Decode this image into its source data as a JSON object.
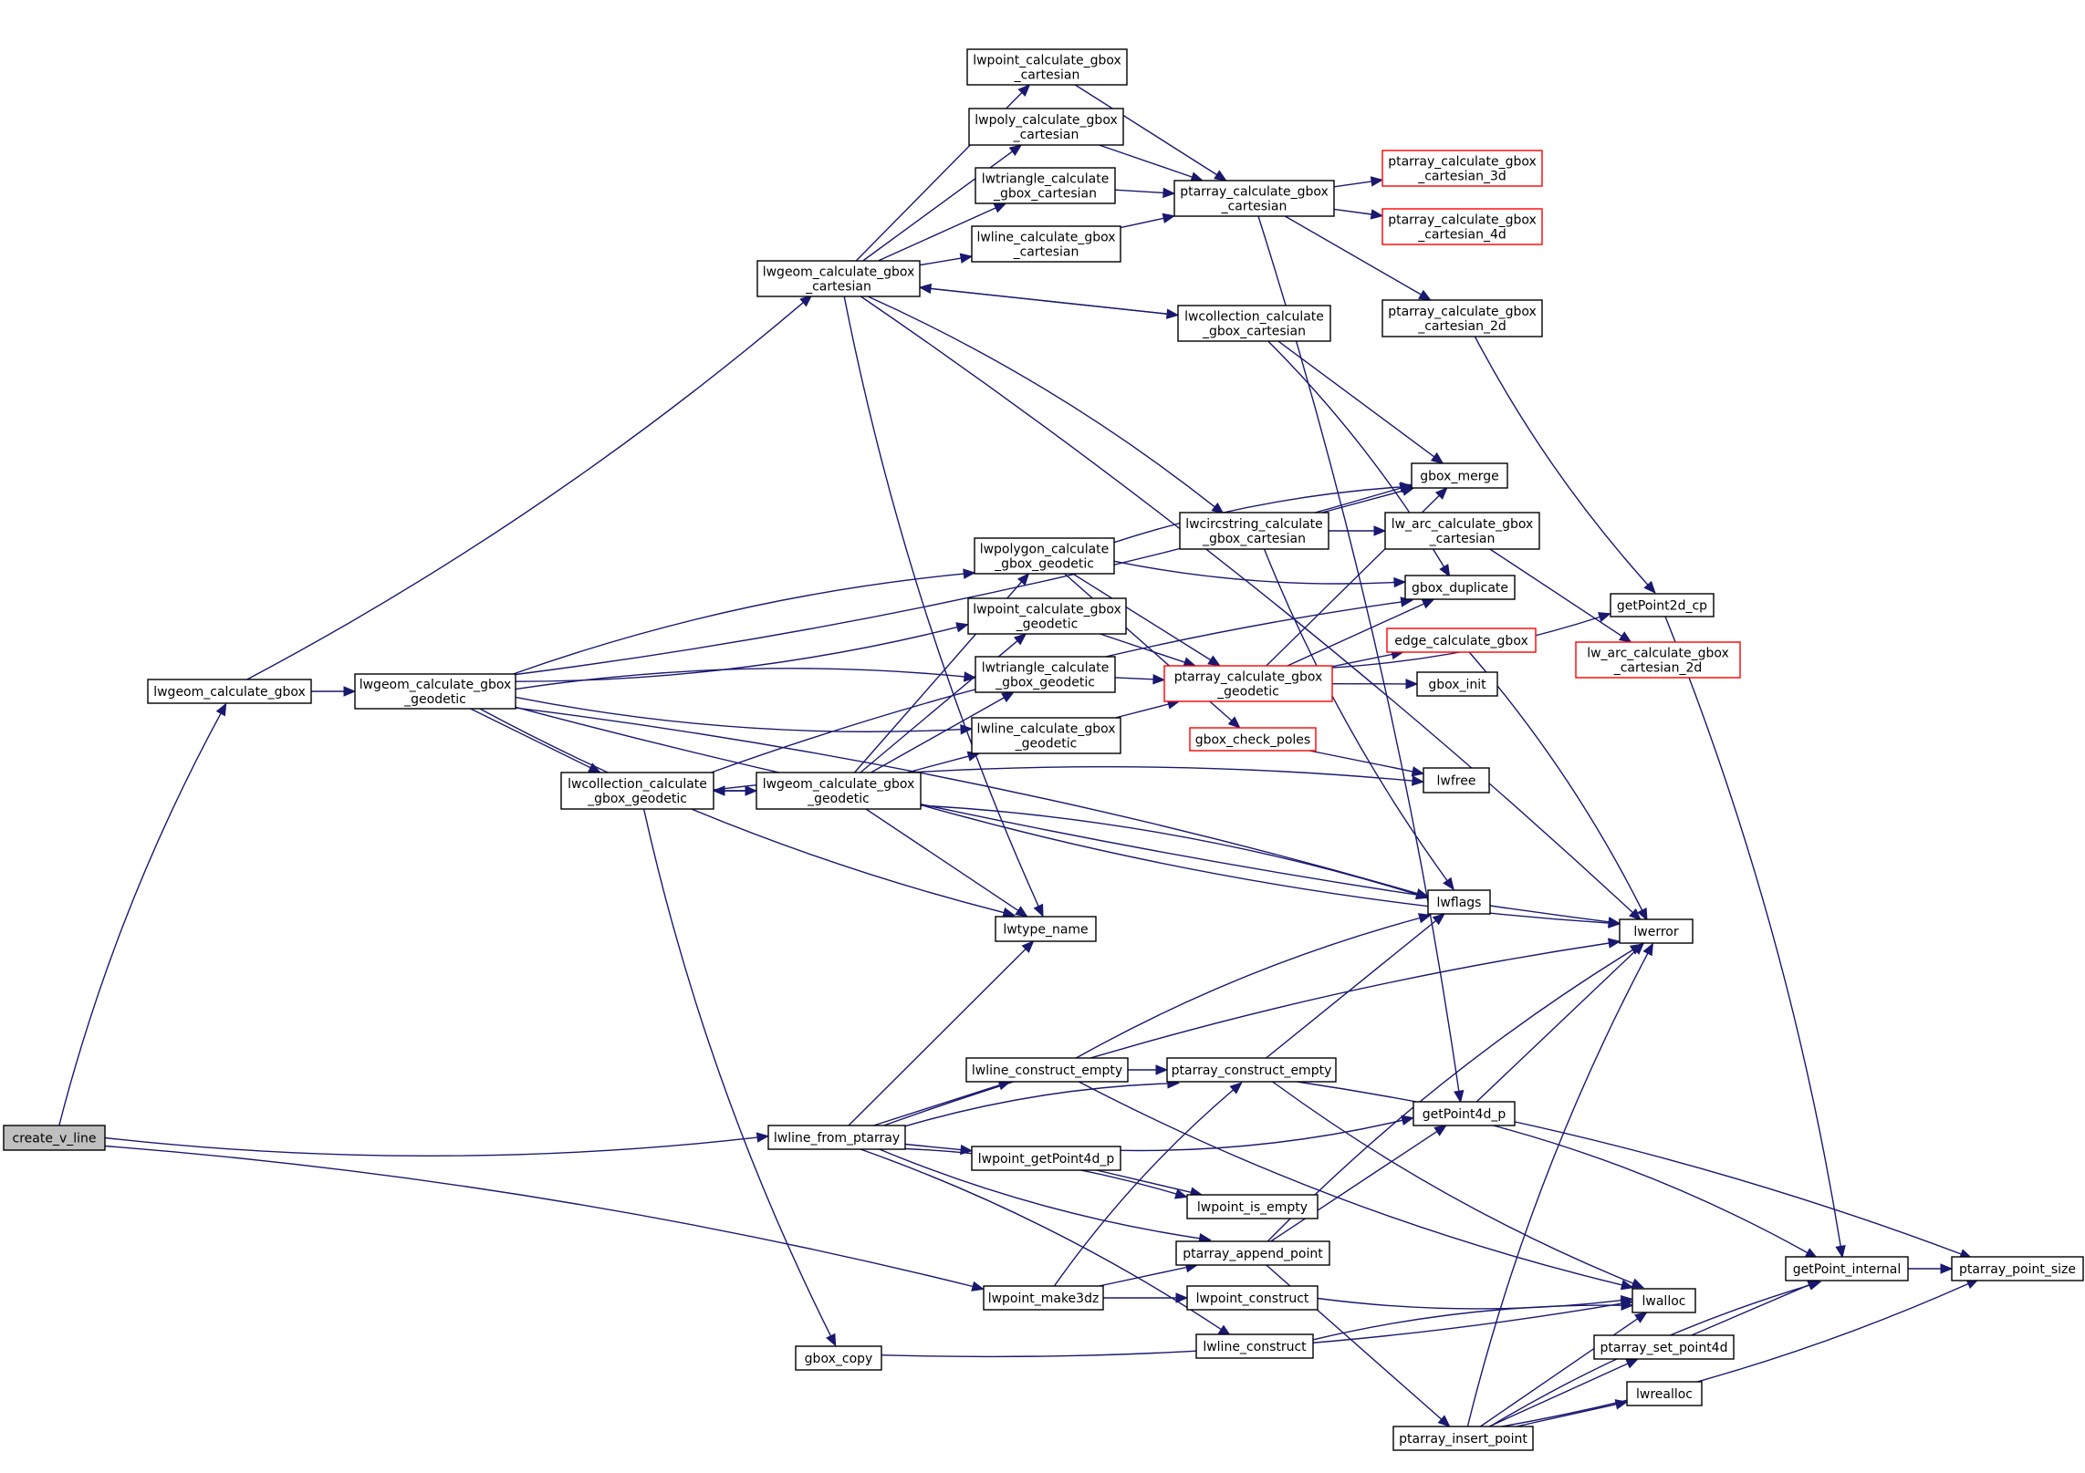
{
  "diagram": {
    "type": "call-graph",
    "root": "create_v_line",
    "colors": {
      "edge": "#191970",
      "root_fill": "#bfbfbf",
      "node_border": "#000000",
      "undocumented_border": "#ff0000"
    },
    "nodes": [
      {
        "id": "create_v_line",
        "lines": [
          "create_v_line"
        ],
        "style": "root"
      },
      {
        "id": "lwgeom_calculate_gbox",
        "lines": [
          "lwgeom_calculate_gbox"
        ],
        "style": "normal"
      },
      {
        "id": "lwgeom_calculate_gbox_geodetic",
        "lines": [
          "lwgeom_calculate_gbox",
          "_geodetic"
        ],
        "style": "normal"
      },
      {
        "id": "lwgeom_calculate_gbox_cartesian",
        "lines": [
          "lwgeom_calculate_gbox",
          "_cartesian"
        ],
        "style": "normal"
      },
      {
        "id": "lwpoint_calculate_gbox_cartesian",
        "lines": [
          "lwpoint_calculate_gbox",
          "_cartesian"
        ],
        "style": "normal"
      },
      {
        "id": "lwpoly_calculate_gbox_cartesian",
        "lines": [
          "lwpoly_calculate_gbox",
          "_cartesian"
        ],
        "style": "normal"
      },
      {
        "id": "lwtriangle_calculate_gbox_cartesian",
        "lines": [
          "lwtriangle_calculate",
          "_gbox_cartesian"
        ],
        "style": "normal"
      },
      {
        "id": "lwline_calculate_gbox_cartesian",
        "lines": [
          "lwline_calculate_gbox",
          "_cartesian"
        ],
        "style": "normal"
      },
      {
        "id": "ptarray_calculate_gbox_cartesian",
        "lines": [
          "ptarray_calculate_gbox",
          "_cartesian"
        ],
        "style": "normal"
      },
      {
        "id": "lwcollection_calculate_gbox_cartesian",
        "lines": [
          "lwcollection_calculate",
          "_gbox_cartesian"
        ],
        "style": "normal"
      },
      {
        "id": "ptarray_calculate_gbox_cartesian_3d",
        "lines": [
          "ptarray_calculate_gbox",
          "_cartesian_3d"
        ],
        "style": "missing"
      },
      {
        "id": "ptarray_calculate_gbox_cartesian_4d",
        "lines": [
          "ptarray_calculate_gbox",
          "_cartesian_4d"
        ],
        "style": "missing"
      },
      {
        "id": "ptarray_calculate_gbox_cartesian_2d",
        "lines": [
          "ptarray_calculate_gbox",
          "_cartesian_2d"
        ],
        "style": "normal"
      },
      {
        "id": "gbox_merge",
        "lines": [
          "gbox_merge"
        ],
        "style": "normal"
      },
      {
        "id": "lwcircstring_calculate_gbox_cartesian",
        "lines": [
          "lwcircstring_calculate",
          "_gbox_cartesian"
        ],
        "style": "normal"
      },
      {
        "id": "lw_arc_calculate_gbox_cartesian",
        "lines": [
          "lw_arc_calculate_gbox",
          "_cartesian"
        ],
        "style": "normal"
      },
      {
        "id": "gbox_duplicate",
        "lines": [
          "gbox_duplicate"
        ],
        "style": "normal"
      },
      {
        "id": "edge_calculate_gbox",
        "lines": [
          "edge_calculate_gbox"
        ],
        "style": "missing"
      },
      {
        "id": "gbox_init",
        "lines": [
          "gbox_init"
        ],
        "style": "normal"
      },
      {
        "id": "getPoint2d_cp",
        "lines": [
          "getPoint2d_cp"
        ],
        "style": "normal"
      },
      {
        "id": "lw_arc_calculate_gbox_cartesian_2d",
        "lines": [
          "lw_arc_calculate_gbox",
          "_cartesian_2d"
        ],
        "style": "missing"
      },
      {
        "id": "lwpolygon_calculate_gbox_geodetic",
        "lines": [
          "lwpolygon_calculate",
          "_gbox_geodetic"
        ],
        "style": "normal"
      },
      {
        "id": "lwpoint_calculate_gbox_geodetic",
        "lines": [
          "lwpoint_calculate_gbox",
          "_geodetic"
        ],
        "style": "normal"
      },
      {
        "id": "lwtriangle_calculate_gbox_geodetic",
        "lines": [
          "lwtriangle_calculate",
          "_gbox_geodetic"
        ],
        "style": "normal"
      },
      {
        "id": "lwline_calculate_gbox_geodetic",
        "lines": [
          "lwline_calculate_gbox",
          "_geodetic"
        ],
        "style": "normal"
      },
      {
        "id": "ptarray_calculate_gbox_geodetic",
        "lines": [
          "ptarray_calculate_gbox",
          "_geodetic"
        ],
        "style": "missing"
      },
      {
        "id": "gbox_check_poles",
        "lines": [
          "gbox_check_poles"
        ],
        "style": "missing"
      },
      {
        "id": "lwcollection_calculate_gbox_geodetic",
        "lines": [
          "lwcollection_calculate",
          "_gbox_geodetic"
        ],
        "style": "normal"
      },
      {
        "id": "lwgeom_calculate_gbox_geodetic_2",
        "lines": [
          "lwgeom_calculate_gbox",
          "_geodetic"
        ],
        "style": "normal"
      },
      {
        "id": "lwfree",
        "lines": [
          "lwfree"
        ],
        "style": "normal"
      },
      {
        "id": "lwflags",
        "lines": [
          "lwflags"
        ],
        "style": "normal"
      },
      {
        "id": "lwtype_name",
        "lines": [
          "lwtype_name"
        ],
        "style": "normal"
      },
      {
        "id": "lwerror",
        "lines": [
          "lwerror"
        ],
        "style": "normal"
      },
      {
        "id": "lwline_from_ptarray",
        "lines": [
          "lwline_from_ptarray"
        ],
        "style": "normal"
      },
      {
        "id": "lwline_construct_empty",
        "lines": [
          "lwline_construct_empty"
        ],
        "style": "normal"
      },
      {
        "id": "ptarray_construct_empty",
        "lines": [
          "ptarray_construct_empty"
        ],
        "style": "normal"
      },
      {
        "id": "getPoint4d_p",
        "lines": [
          "getPoint4d_p"
        ],
        "style": "normal"
      },
      {
        "id": "lwpoint_getPoint4d_p",
        "lines": [
          "lwpoint_getPoint4d_p"
        ],
        "style": "normal"
      },
      {
        "id": "lwpoint_is_empty",
        "lines": [
          "lwpoint_is_empty"
        ],
        "style": "normal"
      },
      {
        "id": "ptarray_append_point",
        "lines": [
          "ptarray_append_point"
        ],
        "style": "normal"
      },
      {
        "id": "lwpoint_make3dz",
        "lines": [
          "lwpoint_make3dz"
        ],
        "style": "normal"
      },
      {
        "id": "lwpoint_construct",
        "lines": [
          "lwpoint_construct"
        ],
        "style": "normal"
      },
      {
        "id": "lwalloc",
        "lines": [
          "lwalloc"
        ],
        "style": "normal"
      },
      {
        "id": "gbox_copy",
        "lines": [
          "gbox_copy"
        ],
        "style": "normal"
      },
      {
        "id": "lwline_construct",
        "lines": [
          "lwline_construct"
        ],
        "style": "normal"
      },
      {
        "id": "ptarray_set_point4d",
        "lines": [
          "ptarray_set_point4d"
        ],
        "style": "normal"
      },
      {
        "id": "lwrealloc",
        "lines": [
          "lwrealloc"
        ],
        "style": "normal"
      },
      {
        "id": "ptarray_insert_point",
        "lines": [
          "ptarray_insert_point"
        ],
        "style": "normal"
      },
      {
        "id": "getPoint_internal",
        "lines": [
          "getPoint_internal"
        ],
        "style": "normal"
      },
      {
        "id": "ptarray_point_size",
        "lines": [
          "ptarray_point_size"
        ],
        "style": "normal"
      }
    ],
    "edges": [
      [
        "create_v_line",
        "lwgeom_calculate_gbox"
      ],
      [
        "create_v_line",
        "lwline_from_ptarray"
      ],
      [
        "create_v_line",
        "lwpoint_make3dz"
      ],
      [
        "lwgeom_calculate_gbox",
        "lwgeom_calculate_gbox_cartesian"
      ],
      [
        "lwgeom_calculate_gbox",
        "lwgeom_calculate_gbox_geodetic"
      ],
      [
        "lwgeom_calculate_gbox_cartesian",
        "lwpoint_calculate_gbox_cartesian"
      ],
      [
        "lwgeom_calculate_gbox_cartesian",
        "lwpoly_calculate_gbox_cartesian"
      ],
      [
        "lwgeom_calculate_gbox_cartesian",
        "lwtriangle_calculate_gbox_cartesian"
      ],
      [
        "lwgeom_calculate_gbox_cartesian",
        "lwline_calculate_gbox_cartesian"
      ],
      [
        "lwgeom_calculate_gbox_cartesian",
        "lwcollection_calculate_gbox_cartesian"
      ],
      [
        "lwgeom_calculate_gbox_cartesian",
        "lwcircstring_calculate_gbox_cartesian"
      ],
      [
        "lwgeom_calculate_gbox_cartesian",
        "lwtype_name"
      ],
      [
        "lwgeom_calculate_gbox_cartesian",
        "lwerror"
      ],
      [
        "lwpoint_calculate_gbox_cartesian",
        "ptarray_calculate_gbox_cartesian"
      ],
      [
        "lwpoly_calculate_gbox_cartesian",
        "ptarray_calculate_gbox_cartesian"
      ],
      [
        "lwtriangle_calculate_gbox_cartesian",
        "ptarray_calculate_gbox_cartesian"
      ],
      [
        "lwline_calculate_gbox_cartesian",
        "ptarray_calculate_gbox_cartesian"
      ],
      [
        "ptarray_calculate_gbox_cartesian",
        "ptarray_calculate_gbox_cartesian_3d"
      ],
      [
        "ptarray_calculate_gbox_cartesian",
        "ptarray_calculate_gbox_cartesian_4d"
      ],
      [
        "ptarray_calculate_gbox_cartesian",
        "ptarray_calculate_gbox_cartesian_2d"
      ],
      [
        "ptarray_calculate_gbox_cartesian",
        "getPoint4d_p"
      ],
      [
        "ptarray_calculate_gbox_cartesian_2d",
        "getPoint2d_cp"
      ],
      [
        "lwcollection_calculate_gbox_cartesian",
        "lwgeom_calculate_gbox_cartesian"
      ],
      [
        "lwcollection_calculate_gbox_cartesian",
        "gbox_merge"
      ],
      [
        "lwcollection_calculate_gbox_cartesian",
        "gbox_duplicate"
      ],
      [
        "lwcircstring_calculate_gbox_cartesian",
        "gbox_merge"
      ],
      [
        "lwcircstring_calculate_gbox_cartesian",
        "lw_arc_calculate_gbox_cartesian"
      ],
      [
        "lwcircstring_calculate_gbox_cartesian",
        "lwflags"
      ],
      [
        "lw_arc_calculate_gbox_cartesian",
        "lw_arc_calculate_gbox_cartesian_2d"
      ],
      [
        "lwgeom_calculate_gbox_geodetic",
        "gbox_merge"
      ],
      [
        "lwgeom_calculate_gbox_geodetic",
        "lwpolygon_calculate_gbox_geodetic"
      ],
      [
        "lwgeom_calculate_gbox_geodetic",
        "lwpoint_calculate_gbox_geodetic"
      ],
      [
        "lwgeom_calculate_gbox_geodetic",
        "lwtriangle_calculate_gbox_geodetic"
      ],
      [
        "lwgeom_calculate_gbox_geodetic",
        "lwline_calculate_gbox_geodetic"
      ],
      [
        "lwgeom_calculate_gbox_geodetic",
        "lwcollection_calculate_gbox_geodetic"
      ],
      [
        "lwgeom_calculate_gbox_geodetic",
        "lwtype_name"
      ],
      [
        "lwgeom_calculate_gbox_geodetic",
        "lwflags"
      ],
      [
        "lwgeom_calculate_gbox_geodetic",
        "lwerror"
      ],
      [
        "lwpolygon_calculate_gbox_geodetic",
        "gbox_merge"
      ],
      [
        "lwpolygon_calculate_gbox_geodetic",
        "gbox_duplicate"
      ],
      [
        "lwpolygon_calculate_gbox_geodetic",
        "ptarray_calculate_gbox_geodetic"
      ],
      [
        "lwpolygon_calculate_gbox_geodetic",
        "gbox_check_poles"
      ],
      [
        "lwpoint_calculate_gbox_geodetic",
        "ptarray_calculate_gbox_geodetic"
      ],
      [
        "lwtriangle_calculate_gbox_geodetic",
        "ptarray_calculate_gbox_geodetic"
      ],
      [
        "lwline_calculate_gbox_geodetic",
        "ptarray_calculate_gbox_geodetic"
      ],
      [
        "ptarray_calculate_gbox_geodetic",
        "gbox_merge"
      ],
      [
        "ptarray_calculate_gbox_geodetic",
        "gbox_duplicate"
      ],
      [
        "ptarray_calculate_gbox_geodetic",
        "edge_calculate_gbox"
      ],
      [
        "ptarray_calculate_gbox_geodetic",
        "gbox_init"
      ],
      [
        "ptarray_calculate_gbox_geodetic",
        "getPoint2d_cp"
      ],
      [
        "edge_calculate_gbox",
        "lwerror"
      ],
      [
        "gbox_check_poles",
        "lwfree"
      ],
      [
        "lwcollection_calculate_gbox_geodetic",
        "gbox_duplicate"
      ],
      [
        "lwcollection_calculate_gbox_geodetic",
        "lwgeom_calculate_gbox_geodetic_2"
      ],
      [
        "lwcollection_calculate_gbox_geodetic",
        "lwfree"
      ],
      [
        "lwcollection_calculate_gbox_geodetic",
        "gbox_copy"
      ],
      [
        "lwgeom_calculate_gbox_geodetic_2",
        "lwcollection_calculate_gbox_geodetic"
      ],
      [
        "lwgeom_calculate_gbox_geodetic_2",
        "lwpolygon_calculate_gbox_geodetic"
      ],
      [
        "lwgeom_calculate_gbox_geodetic_2",
        "lwpoint_calculate_gbox_geodetic"
      ],
      [
        "lwgeom_calculate_gbox_geodetic_2",
        "lwtriangle_calculate_gbox_geodetic"
      ],
      [
        "lwgeom_calculate_gbox_geodetic_2",
        "lwline_calculate_gbox_geodetic"
      ],
      [
        "lwgeom_calculate_gbox_geodetic_2",
        "lwtype_name"
      ],
      [
        "lwgeom_calculate_gbox_geodetic_2",
        "lwflags"
      ],
      [
        "lwgeom_calculate_gbox_geodetic_2",
        "lwerror"
      ],
      [
        "getPoint2d_cp",
        "getPoint_internal"
      ],
      [
        "lwline_from_ptarray",
        "lwtype_name"
      ],
      [
        "lwline_from_ptarray",
        "lwerror"
      ],
      [
        "lwline_from_ptarray",
        "lwline_construct_empty"
      ],
      [
        "lwline_from_ptarray",
        "ptarray_construct_empty"
      ],
      [
        "lwline_from_ptarray",
        "lwpoint_getPoint4d_p"
      ],
      [
        "lwline_from_ptarray",
        "lwpoint_is_empty"
      ],
      [
        "lwline_from_ptarray",
        "ptarray_append_point"
      ],
      [
        "lwline_from_ptarray",
        "lwline_construct"
      ],
      [
        "lwline_construct_empty",
        "ptarray_construct_empty"
      ],
      [
        "lwline_construct_empty",
        "lwflags"
      ],
      [
        "lwline_construct_empty",
        "lwalloc"
      ],
      [
        "ptarray_construct_empty",
        "lwflags"
      ],
      [
        "ptarray_construct_empty",
        "lwalloc"
      ],
      [
        "ptarray_construct_empty",
        "ptarray_point_size"
      ],
      [
        "lwpoint_getPoint4d_p",
        "getPoint4d_p"
      ],
      [
        "lwpoint_getPoint4d_p",
        "lwpoint_is_empty"
      ],
      [
        "getPoint4d_p",
        "lwerror"
      ],
      [
        "getPoint4d_p",
        "getPoint_internal"
      ],
      [
        "ptarray_append_point",
        "getPoint4d_p"
      ],
      [
        "ptarray_append_point",
        "lwerror"
      ],
      [
        "ptarray_append_point",
        "ptarray_insert_point"
      ],
      [
        "lwpoint_make3dz",
        "ptarray_construct_empty"
      ],
      [
        "lwpoint_make3dz",
        "ptarray_append_point"
      ],
      [
        "lwpoint_make3dz",
        "lwpoint_construct"
      ],
      [
        "lwpoint_construct",
        "lwalloc"
      ],
      [
        "lwline_construct",
        "lwalloc"
      ],
      [
        "gbox_copy",
        "lwalloc"
      ],
      [
        "ptarray_insert_point",
        "lwerror"
      ],
      [
        "ptarray_insert_point",
        "lwalloc"
      ],
      [
        "ptarray_insert_point",
        "ptarray_set_point4d"
      ],
      [
        "ptarray_insert_point",
        "lwrealloc"
      ],
      [
        "ptarray_insert_point",
        "getPoint_internal"
      ],
      [
        "ptarray_insert_point",
        "ptarray_point_size"
      ],
      [
        "ptarray_set_point4d",
        "getPoint_internal"
      ],
      [
        "getPoint_internal",
        "ptarray_point_size"
      ]
    ]
  }
}
